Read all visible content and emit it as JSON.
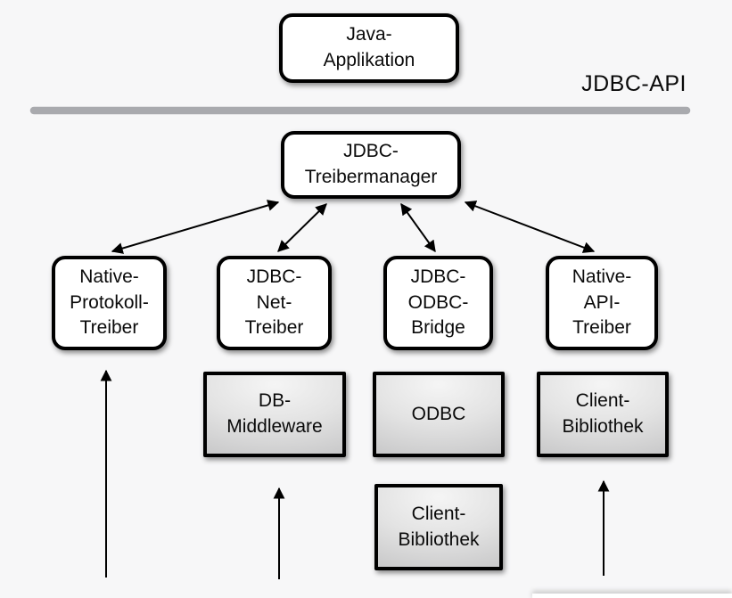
{
  "diagram": {
    "type": "architecture-diagram",
    "topic": "JDBC driver architecture",
    "background_color": "#f7f7f8",
    "divider": {
      "label": "JDBC-API",
      "line_color": "#a9aaae"
    },
    "node_style_colors": {
      "white_node_fill": "#ffffff",
      "gray_node_fill_top": "#f5f5f5",
      "gray_node_fill_bottom": "#c3c3c4",
      "border_color": "#000000",
      "text_color": "#0a0a0a"
    },
    "nodes": {
      "java_app": {
        "label": "Java-\nApplikation",
        "style": "rounded-white"
      },
      "treibermanager": {
        "label": "JDBC-\nTreibermanager",
        "style": "rounded-white"
      },
      "native_protokoll": {
        "label": "Native-\nProtokoll-\nTreiber",
        "style": "rounded-white"
      },
      "jdbc_net": {
        "label": "JDBC-\nNet-\nTreiber",
        "style": "rounded-white"
      },
      "jdbc_odbc": {
        "label": "JDBC-\nODBC-\nBridge",
        "style": "rounded-white"
      },
      "native_api": {
        "label": "Native-\nAPI-\nTreiber",
        "style": "rounded-white"
      },
      "db_middleware": {
        "label": "DB-\nMiddleware",
        "style": "gray-rect"
      },
      "odbc": {
        "label": "ODBC",
        "style": "gray-rect"
      },
      "client_bib_right": {
        "label": "Client-\nBibliothek",
        "style": "gray-rect"
      },
      "client_bib_bottom": {
        "label": "Client-\nBibliothek",
        "style": "gray-rect"
      }
    },
    "edges": [
      {
        "from": "treibermanager",
        "to": "native_protokoll",
        "arrows": "both"
      },
      {
        "from": "treibermanager",
        "to": "jdbc_net",
        "arrows": "both"
      },
      {
        "from": "treibermanager",
        "to": "jdbc_odbc",
        "arrows": "both"
      },
      {
        "from": "treibermanager",
        "to": "native_api",
        "arrows": "both"
      },
      {
        "from": "below-canvas",
        "to": "native_protokoll",
        "arrows": "up"
      },
      {
        "from": "below-canvas",
        "to": "db_middleware",
        "arrows": "up"
      },
      {
        "from": "below-canvas",
        "to": "client_bib_right",
        "arrows": "up"
      }
    ]
  }
}
